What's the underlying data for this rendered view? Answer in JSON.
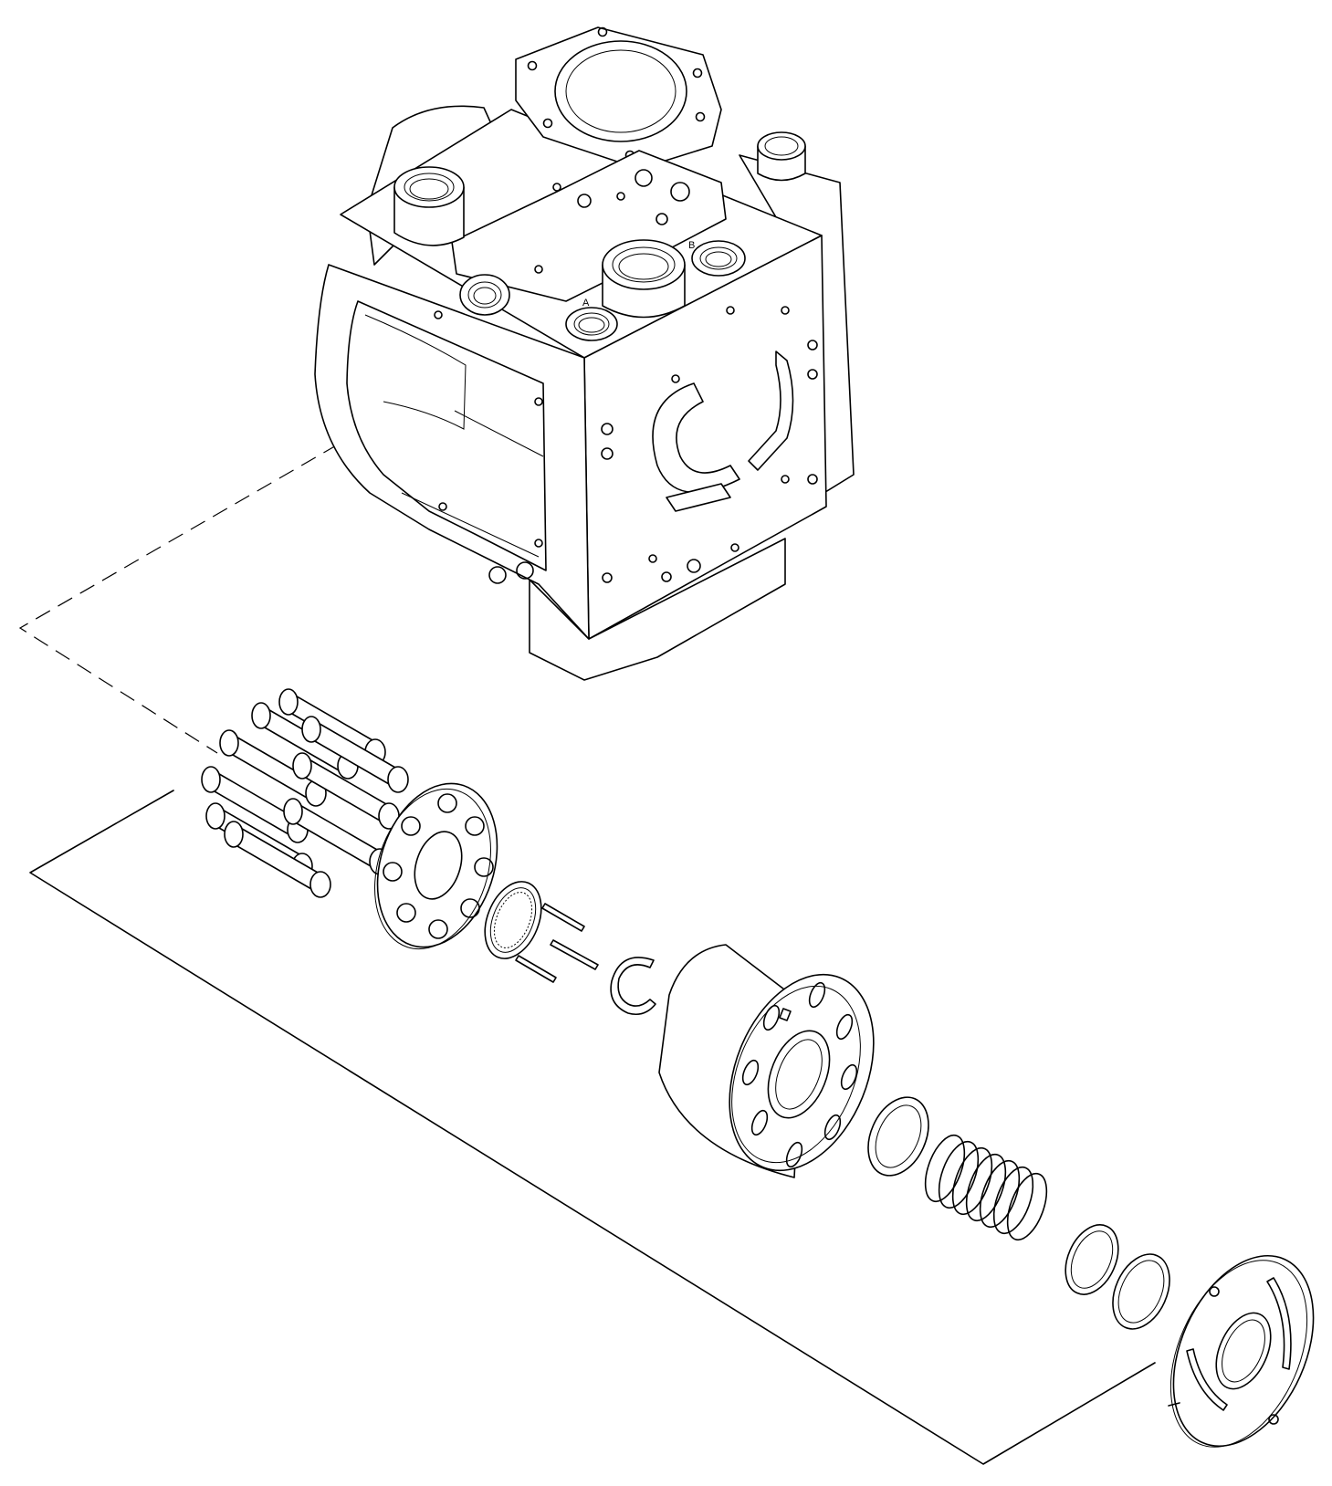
{
  "figure": {
    "type": "exploded-parts-diagram",
    "background": "#ffffff",
    "line_color": "#000000"
  },
  "labels": {
    "port_a": "A",
    "port_b": "B"
  }
}
